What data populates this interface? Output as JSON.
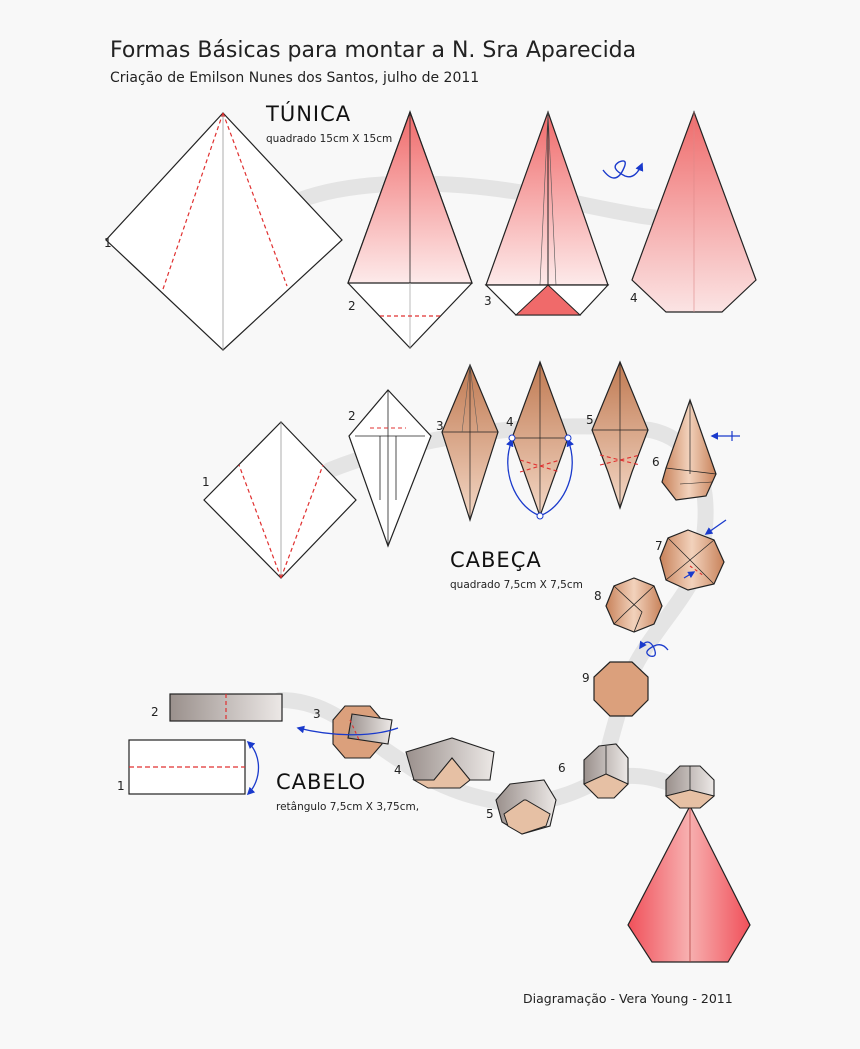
{
  "header": {
    "title": "Formas Básicas para montar a N. Sra Aparecida",
    "subtitle": "Criação de Emilson Nunes dos Santos, julho de 2011"
  },
  "sections": {
    "tunica": {
      "title": "TÚNICA",
      "note": "quadrado 15cm X 15cm",
      "steps": [
        "1",
        "2",
        "3",
        "4"
      ]
    },
    "cabeca": {
      "title": "CABEÇA",
      "note": "quadrado 7,5cm X 7,5cm",
      "steps": [
        "1",
        "2",
        "3",
        "4",
        "5",
        "6",
        "7",
        "8",
        "9"
      ]
    },
    "cabelo": {
      "title": "CABELO",
      "note": "retângulo 7,5cm X 3,75cm,",
      "steps": [
        "1",
        "2",
        "3",
        "4",
        "5",
        "6"
      ]
    }
  },
  "footer": {
    "credit": "Diagramação - Vera Young - 2011"
  },
  "colors": {
    "tunica_pink": "#f07070",
    "head_brown": "#d9a07a",
    "hair_gray": "#b0a8a4",
    "arrow_blue": "#1a3acc",
    "fold_red": "#e03030",
    "path_gray": "#e6e6e6"
  }
}
